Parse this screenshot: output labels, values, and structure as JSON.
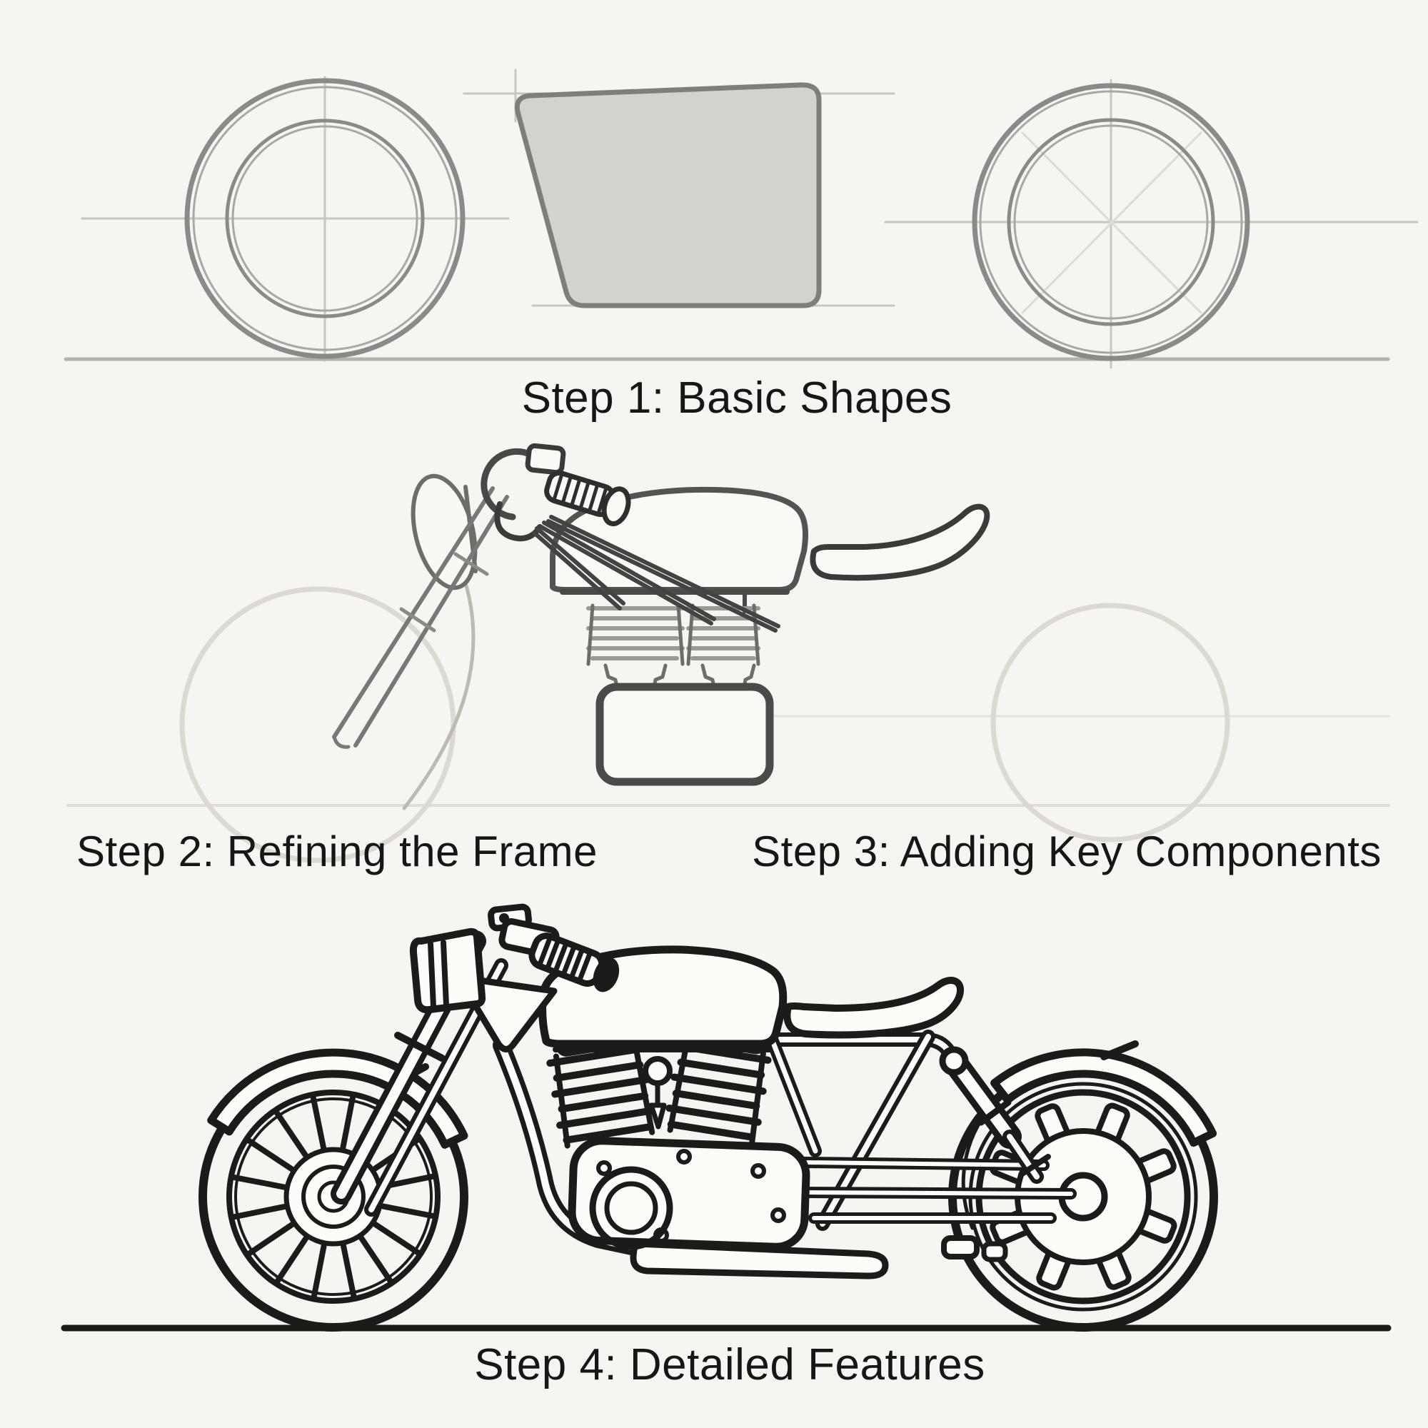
{
  "page": {
    "background": "#f6f5f1",
    "caption_color": "#161616",
    "ink_color": "#1c1b1a",
    "sketch_color": "#8b8a88",
    "guide_color": "#c8c5c0",
    "shape_fill": "#d3d2cf",
    "ghost_color": "#dcd8d2"
  },
  "steps": [
    {
      "number": "1",
      "label": "Step 1: Basic Shapes",
      "drawing": "wheel-guide-circles-and-body-trapezoid",
      "parts": [
        "front-wheel-circle",
        "rear-wheel-circle",
        "body-trapezoid",
        "crosshair-guides",
        "ground-line"
      ]
    },
    {
      "number": "2",
      "label": "Step 2: Refining the Frame",
      "drawing": "front-end-and-frame-sketch",
      "parts": [
        "headlight",
        "fork-tube",
        "handlebar-grip",
        "frame-guide-lines",
        "ghost-wheels"
      ]
    },
    {
      "number": "3",
      "label": "Step 3: Adding Key Components",
      "drawing": "tank-seat-and-engine-sketch",
      "parts": [
        "fuel-tank",
        "seat",
        "cylinder-fins",
        "crankcase-box"
      ]
    },
    {
      "number": "4",
      "label": "Step 4: Detailed Features",
      "drawing": "complete-motorcycle-line-art",
      "parts": [
        "spoked-front-wheel",
        "spoked-rear-wheel",
        "front-fender",
        "rear-fender",
        "fork",
        "headlight",
        "handlebar-grip",
        "fuel-tank",
        "seat",
        "v-twin-engine",
        "primary-cover",
        "exhaust-pipe",
        "frame-tubes",
        "rear-shock",
        "ground-line"
      ]
    }
  ]
}
